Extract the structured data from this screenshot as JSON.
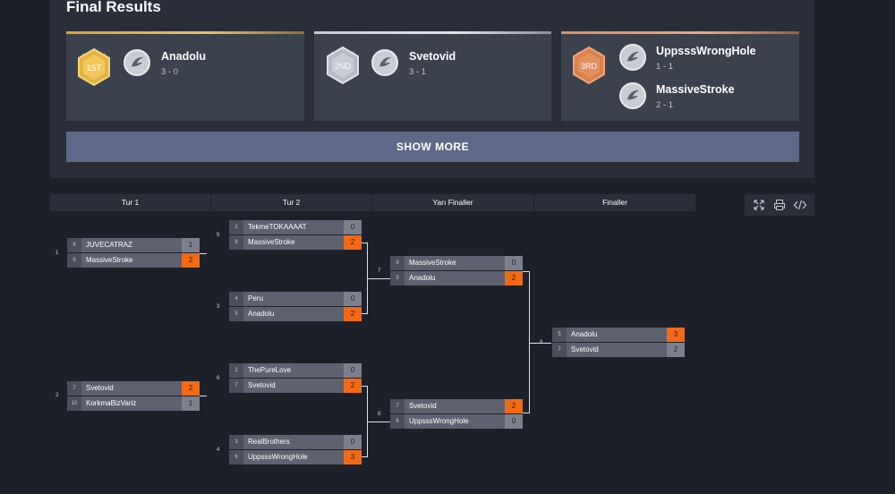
{
  "final_results": {
    "title": "Final Results",
    "places": [
      {
        "medal": "1ST",
        "medal_icon": "gold-medal-icon",
        "team": "Anadolu",
        "score": "3 - 0"
      },
      {
        "medal": "2ND",
        "medal_icon": "silver-medal-icon",
        "team": "Svetovid",
        "score": "3 - 1"
      },
      {
        "medal": "3RD",
        "medal_icon": "bronze-medal-icon",
        "teams": [
          {
            "team": "UppsssWrongHole",
            "score": "1 - 1"
          },
          {
            "team": "MassiveStroke",
            "score": "2 - 1"
          }
        ]
      }
    ],
    "show_more_label": "SHOW MORE"
  },
  "rounds": [
    "Tur 1",
    "Tur 2",
    "Yarı Finaller",
    "Finaller"
  ],
  "toolbar": [
    "fullscreen-icon",
    "print-icon",
    "embed-code-icon"
  ],
  "colors": {
    "accent": "#f26a17",
    "panel": "#2b2e39",
    "card": "#3c414e",
    "button": "#5e6887",
    "background": "#1e2029"
  },
  "matches": {
    "m1": {
      "num": "1",
      "p1": {
        "seed": "8",
        "name": "JUVECATRAZ",
        "score": "1"
      },
      "p2": {
        "seed": "9",
        "name": "MassiveStroke",
        "score": "2"
      }
    },
    "m2": {
      "num": "2",
      "p1": {
        "seed": "7",
        "name": "Svetovid",
        "score": "2"
      },
      "p2": {
        "seed": "10",
        "name": "KorkmaBizVariz",
        "score": "1"
      }
    },
    "m3": {
      "num": "5",
      "p1": {
        "seed": "1",
        "name": "TekmeTOKAAAAT",
        "score": "0"
      },
      "p2": {
        "seed": "9",
        "name": "MassiveStroke",
        "score": "2"
      }
    },
    "m4": {
      "num": "3",
      "p1": {
        "seed": "4",
        "name": "Peru",
        "score": "0"
      },
      "p2": {
        "seed": "5",
        "name": "Anadolu",
        "score": "2"
      }
    },
    "m5": {
      "num": "6",
      "p1": {
        "seed": "2",
        "name": "ThePureLove",
        "score": "0"
      },
      "p2": {
        "seed": "7",
        "name": "Svetovid",
        "score": "2"
      }
    },
    "m6": {
      "num": "4",
      "p1": {
        "seed": "3",
        "name": "RealBrothers",
        "score": "0"
      },
      "p2": {
        "seed": "6",
        "name": "UppsssWrongHole",
        "score": "3"
      }
    },
    "m7": {
      "num": "7",
      "p1": {
        "seed": "9",
        "name": "MassiveStroke",
        "score": "0"
      },
      "p2": {
        "seed": "5",
        "name": "Anadolu",
        "score": "2"
      }
    },
    "m8": {
      "num": "8",
      "p1": {
        "seed": "7",
        "name": "Svetovid",
        "score": "2"
      },
      "p2": {
        "seed": "6",
        "name": "UppsssWrongHole",
        "score": "0"
      }
    },
    "m9": {
      "num": "9",
      "p1": {
        "seed": "5",
        "name": "Anadolu",
        "score": "3"
      },
      "p2": {
        "seed": "7",
        "name": "Svetovid",
        "score": "2"
      }
    }
  }
}
